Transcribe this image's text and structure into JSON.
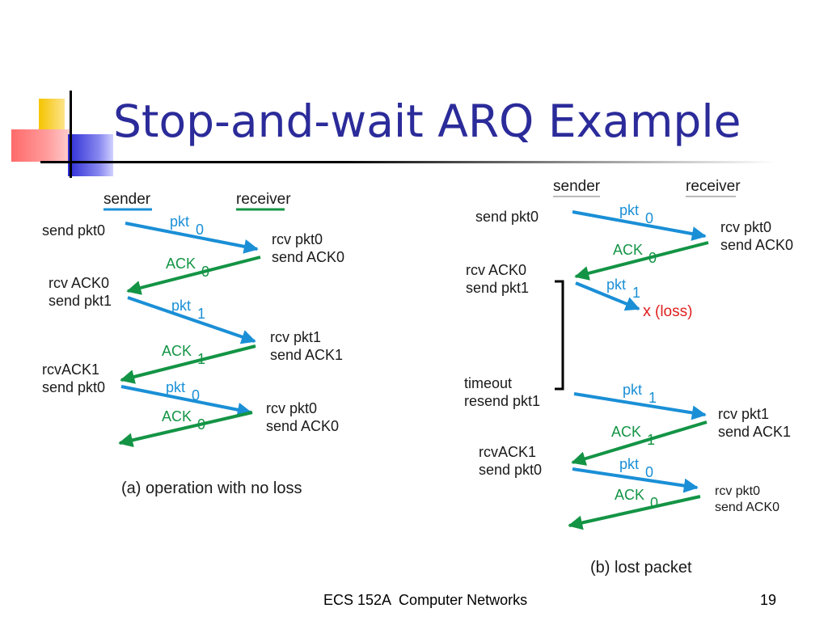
{
  "slide": {
    "title": "Stop-and-wait ARQ Example",
    "footer": "ECS 152A  Computer Networks",
    "page_number": "19"
  },
  "colors": {
    "title": "#2B2B9A",
    "pkt": "#1a8fd6",
    "ack": "#139445",
    "loss": "#e02020",
    "text": "#1a1a1a"
  },
  "diagram_a": {
    "sender_label": "sender",
    "receiver_label": "receiver",
    "steps": [
      {
        "sender_text": [
          "send pkt0"
        ],
        "msg": "pkt",
        "seq": "0",
        "receiver_text": [
          "rcv pkt0",
          "send ACK0"
        ]
      },
      {
        "sender_text": [
          "rcv ACK0",
          "send pkt1"
        ],
        "msg": "ACK",
        "seq": "0"
      },
      {
        "msg": "pkt",
        "seq": "1",
        "receiver_text": [
          "rcv pkt1",
          "send ACK1"
        ]
      },
      {
        "sender_text": [
          "rcvACK1",
          "send pkt0"
        ],
        "msg": "ACK",
        "seq": "1"
      },
      {
        "msg": "pkt",
        "seq": "0",
        "receiver_text": [
          "rcv pkt0",
          "send ACK0"
        ]
      },
      {
        "msg": "ACK",
        "seq": "0"
      }
    ],
    "caption": "(a) operation with no loss"
  },
  "diagram_b": {
    "sender_label": "sender",
    "receiver_label": "receiver",
    "sender_texts": [
      [
        "send pkt0"
      ],
      [
        "rcv ACK0",
        "send pkt1"
      ],
      [
        "timeout",
        "resend pkt1"
      ],
      [
        "rcvACK1",
        "send pkt0"
      ]
    ],
    "receiver_texts": [
      [
        "rcv pkt0",
        "send ACK0"
      ],
      [
        "rcv pkt1",
        "send ACK1"
      ],
      [
        "rcv pkt0",
        "send ACK0"
      ]
    ],
    "messages": [
      {
        "msg": "pkt",
        "seq": "0"
      },
      {
        "msg": "ACK",
        "seq": "0"
      },
      {
        "msg": "pkt",
        "seq": "1",
        "lost": true
      },
      {
        "msg": "pkt",
        "seq": "1"
      },
      {
        "msg": "ACK",
        "seq": "1"
      },
      {
        "msg": "pkt",
        "seq": "0"
      },
      {
        "msg": "ACK",
        "seq": "0"
      }
    ],
    "loss_mark": "x",
    "loss_label": "(loss)",
    "caption": "(b) lost packet"
  }
}
